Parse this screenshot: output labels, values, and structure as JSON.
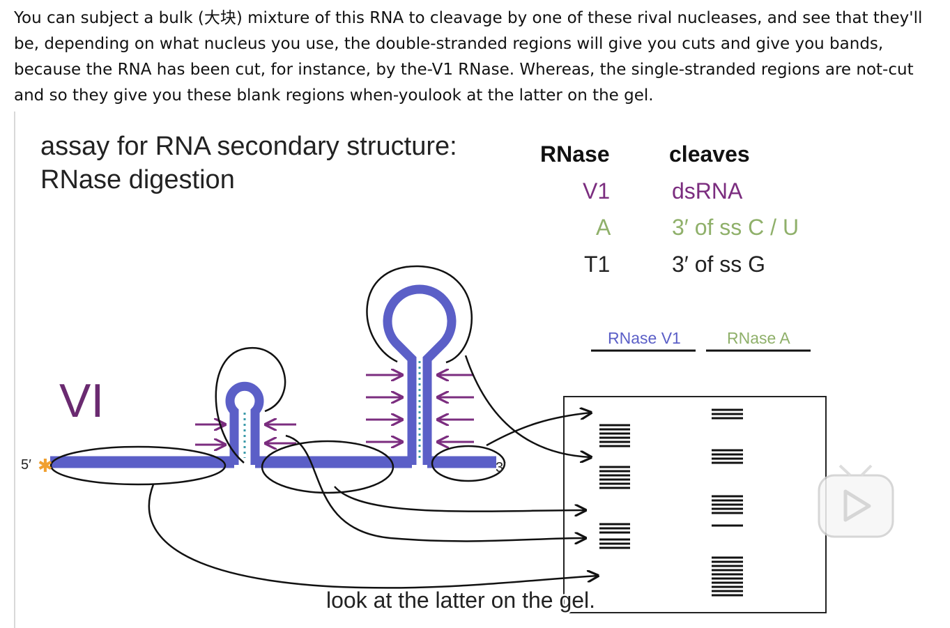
{
  "intro_text": "You can subject a bulk (大块) mixture of this RNA to cleavage by one of these rival nucleases, and see that they'll be, depending on what nucleus you use, the double-stranded regions will give you cuts and give you bands, because the RNA has been cut, for instance, by the-V1 RNase. Whereas, the single-stranded regions are not-cut and so they give you these blank regions when-youlook at the latter on the gel.",
  "slide": {
    "title_line1": "assay for RNA secondary structure:",
    "title_line2": "RNase digestion",
    "table": {
      "header_rnase": "RNase",
      "header_cleaves": "cleaves",
      "rows": [
        {
          "rnase": "V1",
          "cleaves": "dsRNA",
          "color": "#7b2d7f"
        },
        {
          "rnase": "A",
          "cleaves": "3′ of ss C / U",
          "color": "#8fb06a"
        },
        {
          "rnase": "T1",
          "cleaves": "3′ of ss G",
          "color": "#222222"
        }
      ]
    },
    "gel": {
      "lane1_label": "RNase V1",
      "lane2_label": "RNase A"
    },
    "annotation_v1": "VI",
    "five_prime": "5′",
    "three_prime": "3′",
    "star": "✱",
    "caption": "look at the latter on the gel.",
    "colors": {
      "rna": "#5b5fc7",
      "arrow_purple": "#7b2d7f",
      "star": "#f0a030",
      "pairing": "#3a9aa8",
      "v1_annotation": "#6a2a70"
    }
  }
}
